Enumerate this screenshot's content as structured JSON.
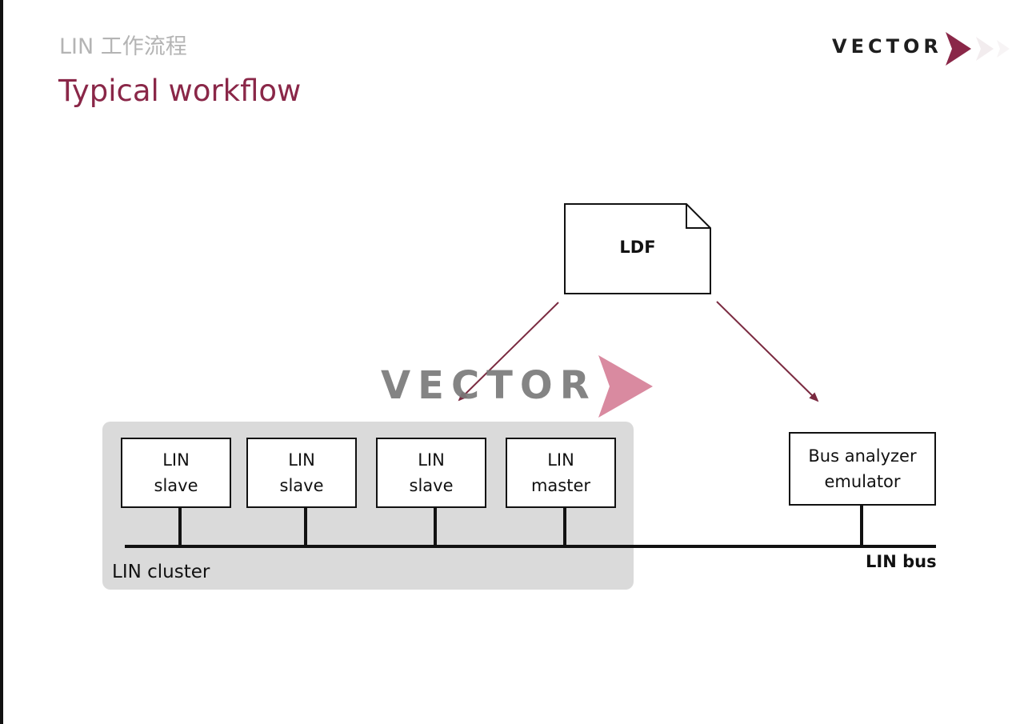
{
  "slide": {
    "subtitle": "LIN 工作流程",
    "title": "Typical workflow"
  },
  "branding": {
    "logo_text": "VECTOR",
    "accent_color": "#8a2748",
    "watermark_chevron_color": "#d98aa0",
    "logo_icon": "chevron-right-icon"
  },
  "diagram": {
    "ldf_file": "LDF",
    "cluster_label": "LIN cluster",
    "bus_label": "LIN bus",
    "nodes": [
      {
        "line1": "LIN",
        "line2": "slave"
      },
      {
        "line1": "LIN",
        "line2": "slave"
      },
      {
        "line1": "LIN",
        "line2": "slave"
      },
      {
        "line1": "LIN",
        "line2": "master"
      }
    ],
    "analyzer": {
      "line1": "Bus analyzer",
      "line2": "emulator"
    },
    "arrow_color": "#7a2a40"
  }
}
